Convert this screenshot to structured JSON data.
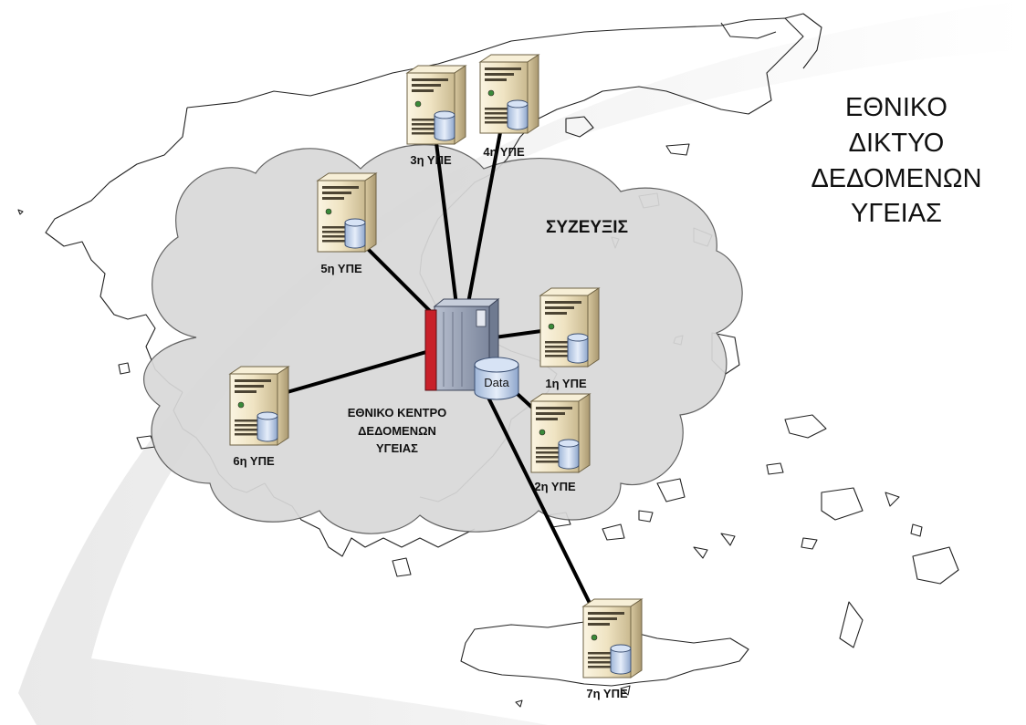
{
  "title": {
    "lines": [
      "ΕΘΝΙΚΟ",
      "ΔΙΚΤΥΟ",
      "ΔΕΔΟΜΕΝΩΝ",
      "ΥΓΕΙΑΣ"
    ]
  },
  "network": {
    "label": "ΣΥΖΕΥΞΙΣ"
  },
  "center": {
    "lines": [
      "ΕΘΝΙΚΟ ΚΕΝΤΡΟ",
      "ΔΕΔΟΜΕΝΩΝ",
      "ΥΓΕΙΑΣ"
    ],
    "db_label": "Data"
  },
  "nodes": [
    {
      "id": "3",
      "label": "3η ΥΠΕ"
    },
    {
      "id": "4",
      "label": "4η ΥΠΕ"
    },
    {
      "id": "5",
      "label": "5η ΥΠΕ"
    },
    {
      "id": "1",
      "label": "1η ΥΠΕ"
    },
    {
      "id": "6",
      "label": "6η ΥΠΕ"
    },
    {
      "id": "2",
      "label": "2η ΥΠΕ"
    },
    {
      "id": "7",
      "label": "7η ΥΠΕ"
    }
  ],
  "colors": {
    "cloud": "#d8d8d8",
    "server_body": "#efe3c2",
    "mainframe_red": "#c8202a",
    "mainframe_body": "#9aa3b5",
    "link": "#000000"
  }
}
